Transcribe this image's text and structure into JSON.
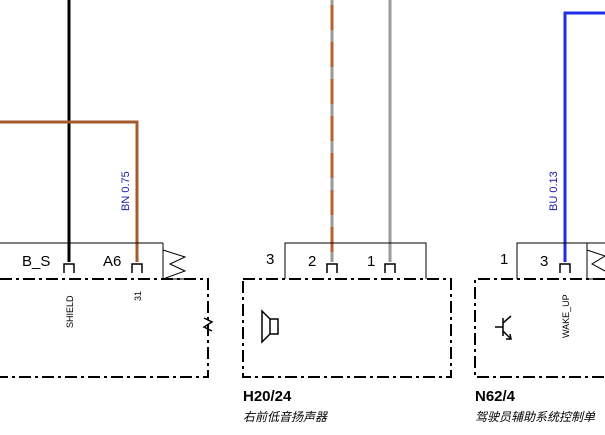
{
  "colors": {
    "wire_black": "#000000",
    "wire_brown": "#a35a2c",
    "wire_grey": "#9a9a9a",
    "wire_blue": "#1f2ee6",
    "wire_label": "#1a1aa8"
  },
  "wires": [
    {
      "label": "BN 0.75",
      "color": "brown"
    },
    {
      "label": "BU 0.13",
      "color": "blue"
    }
  ],
  "connectors": {
    "left": {
      "pins": [
        "B_S",
        "A6"
      ],
      "signals": [
        "SHIELD",
        "31"
      ]
    },
    "middle": {
      "pins": [
        "3",
        "2",
        "1"
      ]
    },
    "right": {
      "pins": [
        "1",
        "3"
      ],
      "signals": [
        "WAKE_UP"
      ]
    }
  },
  "components": [
    {
      "id": "H20/24",
      "description": "右前低音扬声器",
      "icon": "speaker-icon"
    },
    {
      "id": "N62/4",
      "description": "驾驶员辅助系统控制单",
      "icon": "transistor-icon"
    }
  ]
}
